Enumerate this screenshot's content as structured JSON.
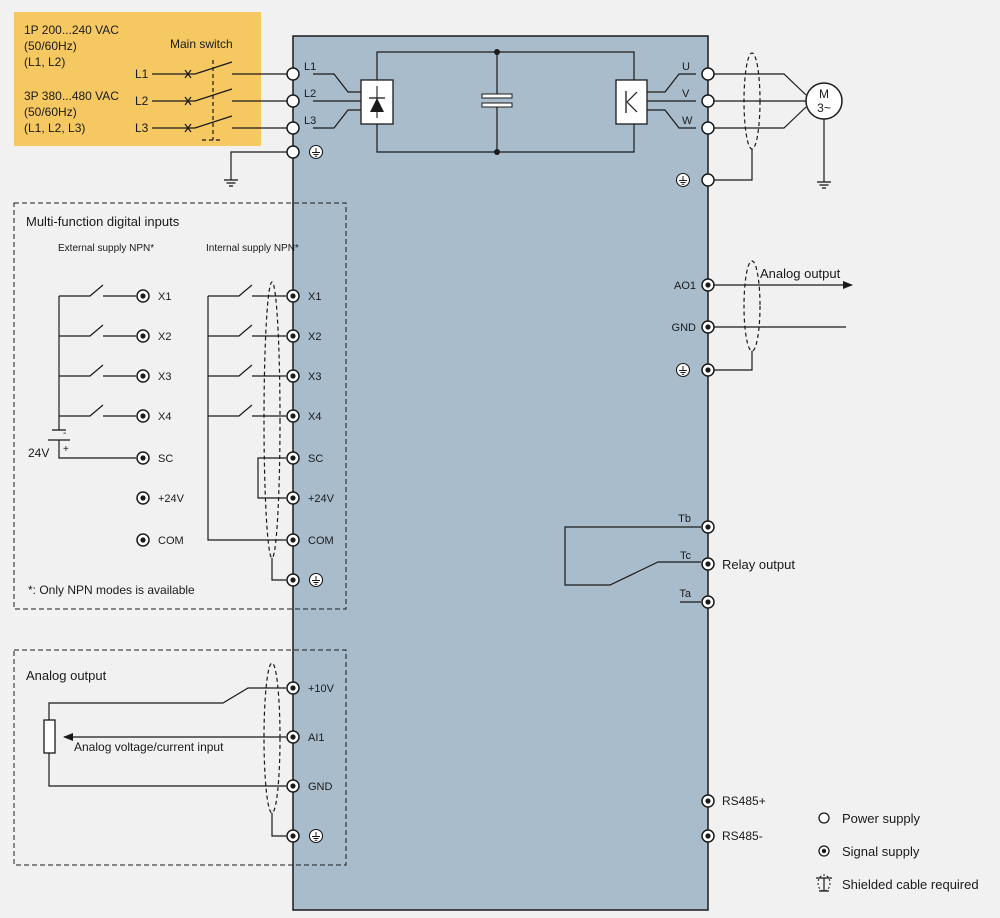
{
  "supply": {
    "single_phase": "1P 200...240 VAC",
    "single_freq": "(50/60Hz)",
    "single_lines": "(L1, L2)",
    "three_phase": "3P 380...480 VAC",
    "three_freq": "(50/60Hz)",
    "three_lines": "(L1, L2, L3)",
    "main_switch": "Main switch",
    "lines": [
      "L1",
      "L2",
      "L3"
    ]
  },
  "power_terminals": {
    "inputs": [
      "L1",
      "L2",
      "L3"
    ],
    "outputs": [
      "U",
      "V",
      "W"
    ]
  },
  "motor": {
    "line1": "M",
    "line2": "3~"
  },
  "digital_inputs": {
    "title": "Multi-function digital inputs",
    "external": "External supply NPN*",
    "internal": "Internal supply NPN*",
    "inputs": [
      "X1",
      "X2",
      "X3",
      "X4"
    ],
    "sc": "SC",
    "p24": "+24V",
    "com": "COM",
    "battery": "24V",
    "minus": "-",
    "plus": "+",
    "note": "*:  Only NPN modes is available"
  },
  "analog_in": {
    "title": "Analog output",
    "p10": "+10V",
    "ai1": "AI1",
    "gnd": "GND",
    "label": "Analog voltage/current input"
  },
  "analog_out": {
    "ao1": "AO1",
    "gnd": "GND",
    "label": "Analog output"
  },
  "relay": {
    "tb": "Tb",
    "tc": "Tc",
    "ta": "Ta",
    "label": "Relay output"
  },
  "rs485": {
    "plus": "RS485+",
    "minus": "RS485-"
  },
  "legend": {
    "power": "Power supply",
    "signal": "Signal supply",
    "shield": "Shielded cable required"
  },
  "colors": {
    "supply_box": "#f5c862",
    "inverter_body": "#a9bccb",
    "background": "#f1f1f1"
  }
}
